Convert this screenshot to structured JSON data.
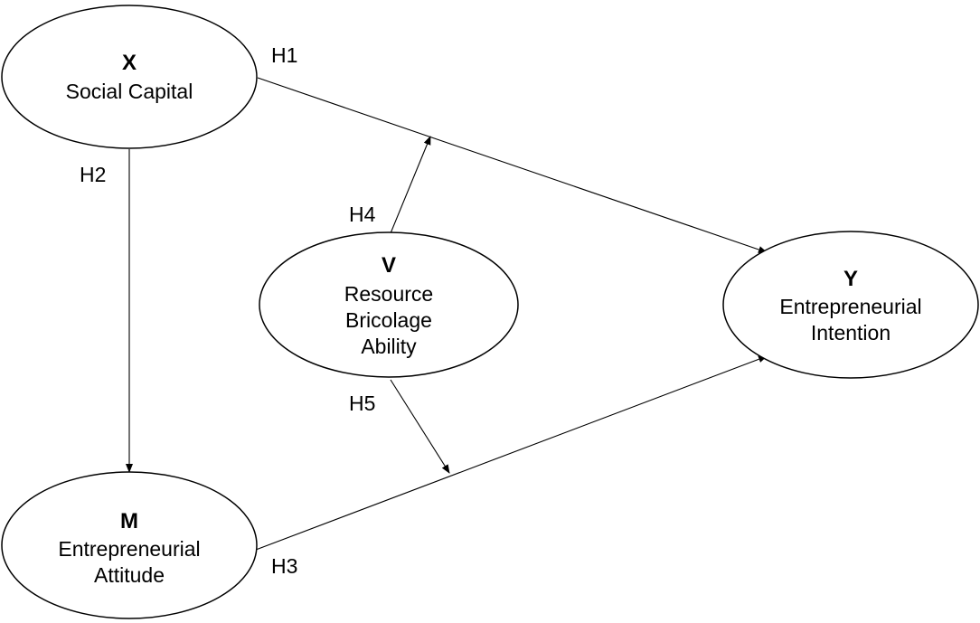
{
  "diagram": {
    "nodes": {
      "x": {
        "letter": "X",
        "lines": [
          "Social Capital"
        ]
      },
      "v": {
        "letter": "V",
        "lines": [
          "Resource",
          "Bricolage",
          "Ability"
        ]
      },
      "y": {
        "letter": "Y",
        "lines": [
          "Entrepreneurial",
          "Intention"
        ]
      },
      "m": {
        "letter": "M",
        "lines": [
          "Entrepreneurial",
          "Attitude"
        ]
      }
    },
    "hypotheses": {
      "h1": "H1",
      "h2": "H2",
      "h3": "H3",
      "h4": "H4",
      "h5": "H5"
    },
    "edges": [
      {
        "id": "h1",
        "from": "x",
        "to": "y"
      },
      {
        "id": "h2",
        "from": "x",
        "to": "m"
      },
      {
        "id": "h3",
        "from": "m",
        "to": "y"
      },
      {
        "id": "h4",
        "from": "v",
        "to": "edge-h1",
        "type": "moderation"
      },
      {
        "id": "h5",
        "from": "v",
        "to": "edge-h3",
        "type": "moderation"
      }
    ]
  }
}
